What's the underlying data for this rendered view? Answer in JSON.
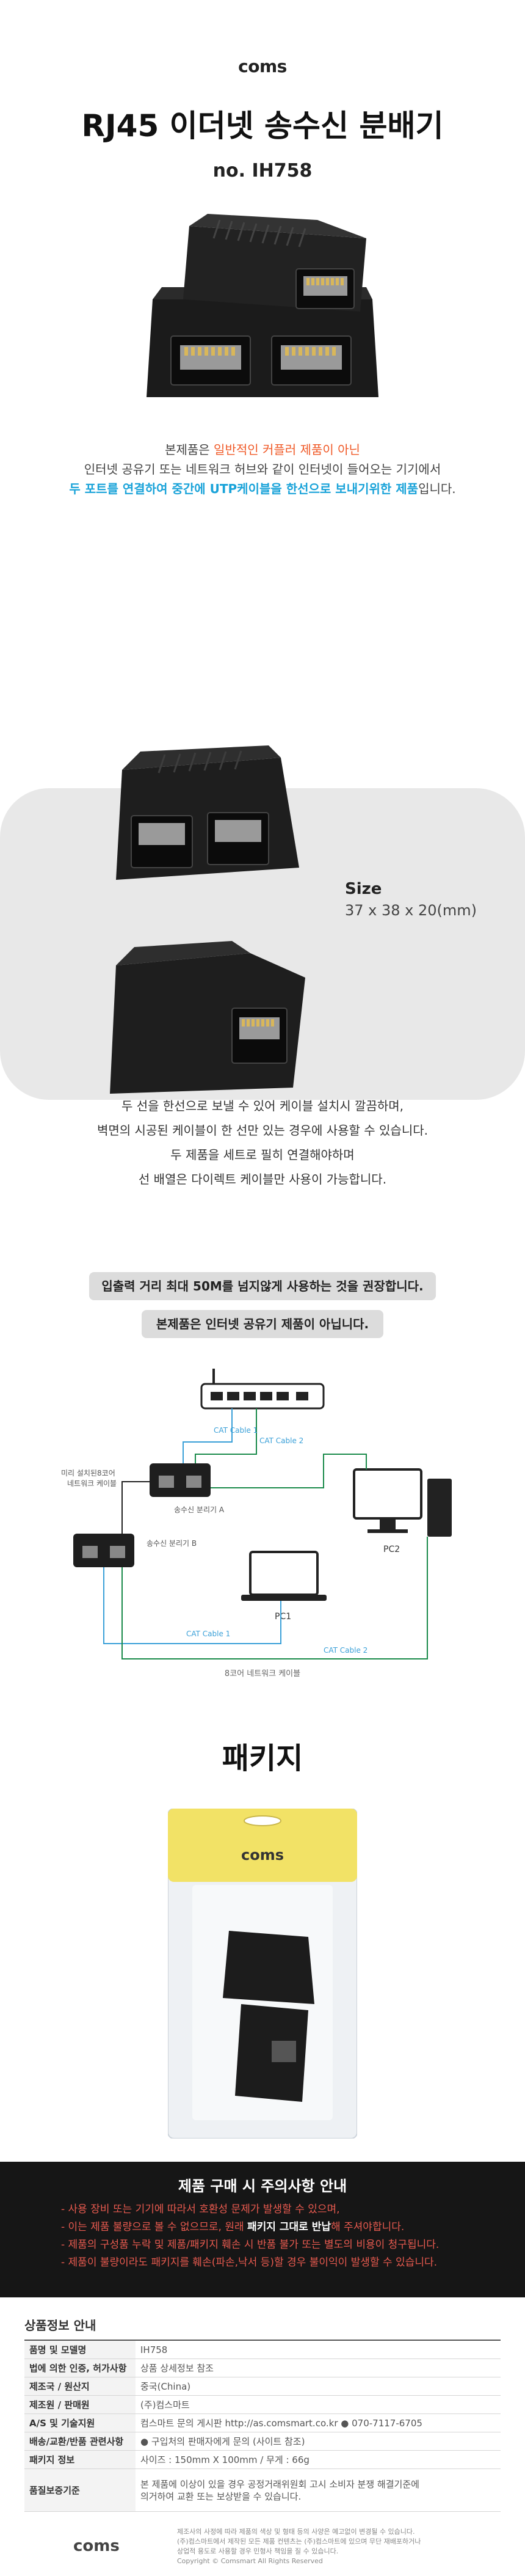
{
  "header": {
    "brand": "coms",
    "title": "RJ45 이더넷 송수신 분배기",
    "model": "no. IH758"
  },
  "intro": {
    "line1_pre": "본제품은 ",
    "line1_hl": "일반적인 커플러 제품이 아닌",
    "line2": "인터넷 공유기 또는 네트워크 허브와 같이 인터넷이 들어오는 기기에서",
    "line3_hl": "두 포트를 연결하여 중간에 UTP케이블을 한선으로 보내기위한 제품",
    "line3_post": "입니다."
  },
  "size": {
    "label": "Size",
    "value": "37 x 38 x 20(mm)"
  },
  "description": {
    "lines": [
      "두 선을 한선으로 보낼 수 있어 케이블 설치시 깔끔하며,",
      "벽면의 시공된 케이블이 한 선만 있는 경우에 사용할 수 있습니다.",
      "두 제품을 세트로 필히 연결해야하며",
      "선 배열은 다이렉트 케이블만 사용이 가능합니다."
    ]
  },
  "warnings": {
    "distance": "입출력 거리 최대 50M를 넘지않게 사용하는 것을 권장합니다.",
    "not_sharer": "본제품은 인터넷 공유기 제품이 아닙니다."
  },
  "diagram": {
    "wall_cable_label_1": "미리 설치된8코어",
    "wall_cable_label_2": "네트워크 케이블",
    "splitter_a": "송수신 분리기 A",
    "splitter_b": "송수신 분리기 B",
    "cat_cable_1_top": "CAT Cable 1",
    "cat_cable_2_top": "CAT Cable 2",
    "cat_cable_1_bottom": "CAT Cable 1",
    "cat_cable_2_bottom": "CAT Cable 2",
    "pc1": "PC1",
    "pc2": "PC2",
    "caption": "8코어 네트워크 케이블",
    "accent_color": "#3aa0d8"
  },
  "package": {
    "title": "패키지",
    "bag_brand": "coms"
  },
  "caution": {
    "title": "제품 구매 시 주의사항 안내",
    "items": [
      "- 사용 장비 또는 기기에 따라서 호환성 문제가 발생할 수 있으며,",
      "- 이는 제품 불량으로 볼 수 없으므로, 원래",
      "- 제품의 구성품 누락 및 제품/패키지 훼손 시 반품 불가 또는 별도의 비용이 청구됩니다.",
      "- 제품이 불량이라도 패키지를 훼손(파손,낙서 등)할 경우 불이익이 발생할 수 있습니다."
    ],
    "item2_strong": "패키지 그대로 반납",
    "item2_post": "해 주셔야합니다."
  },
  "product_info": {
    "heading": "상품정보 안내",
    "rows": [
      {
        "key": "품명 및 모델명",
        "value": "IH758"
      },
      {
        "key": "법에 의한 인증, 허가사항",
        "value": "상품 상세정보 참조"
      },
      {
        "key": "제조국 / 원산지",
        "value": "중국(China)"
      },
      {
        "key": "제조원 / 판매원",
        "value": "(주)컴스마트"
      },
      {
        "key": "A/S 및 기술지원",
        "value": "컴스마트 문의 게시판    http://as.comsmart.co.kr  ● 070-7117-6705"
      },
      {
        "key": "배송/교환/반품 관련사항",
        "value": "● 구입처의 판매자에게 문의 (사이트 참조)"
      },
      {
        "key": "패키지 정보",
        "value": "사이즈 : 150mm X 100mm   /   무게 : 66g"
      },
      {
        "key": "품질보증기준",
        "value_lines": [
          "본 제품에 이상이 있을 경우 공정거래위원회 고시 소비자 분쟁 해결기준에",
          "의거하여 교환 또는 보상받을 수 있습니다."
        ]
      }
    ]
  },
  "footer": {
    "brand": "coms",
    "lines": [
      "제조사의 사정에 따라 제품의 색상 및 형태 등의 사양은 예고없이 변경될 수 있습니다.",
      "(주)컴스마트에서 제작된 모든 제품 컨텐츠는 (주)컴스마트에 있으며 무단 재배포하거나",
      "상업적 용도로 사용할 경우 민형사 책임을 질 수 있습니다.",
      "Copyright © Comsmart All Rights Reserved"
    ]
  },
  "colors": {
    "accent_orange": "#f05a28",
    "accent_blue": "#1aa3d9",
    "caution_red": "#e85a4f",
    "panel_gray": "#e8e8e8",
    "caution_bg": "#161616"
  }
}
